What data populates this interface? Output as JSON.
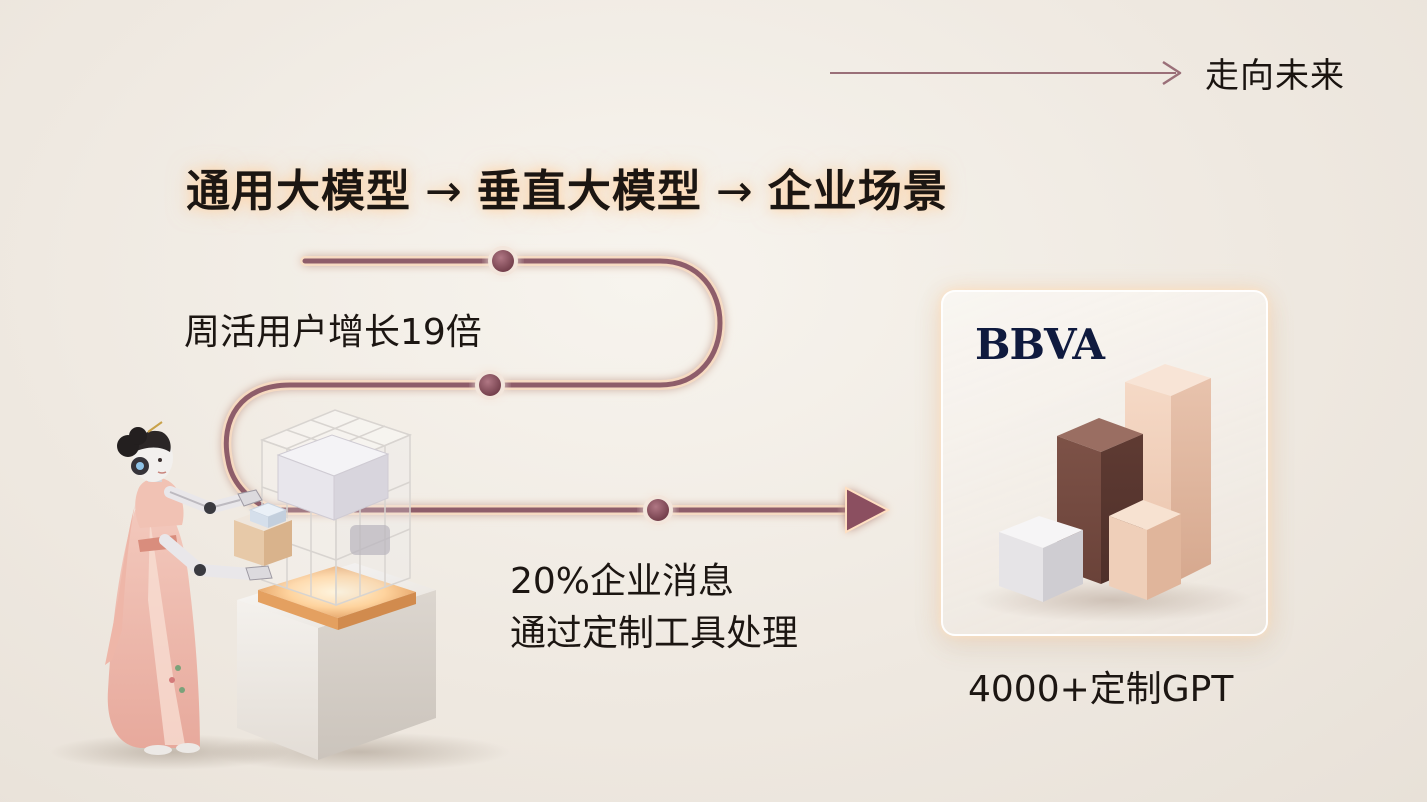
{
  "header": {
    "future_label": "走向未来"
  },
  "headline": {
    "step_1": "通用大模型",
    "arrow_1": "→",
    "step_2": "垂直大模型",
    "arrow_2": "→",
    "step_3": "企业场景"
  },
  "stats": {
    "weekly_users": "周活用户增长19倍",
    "messages_line_1": "20%企业消息",
    "messages_line_2": "通过定制工具处理",
    "custom_gpts": "4000+定制GPT"
  },
  "card": {
    "logo_text": "BBVA"
  },
  "colors": {
    "path": "#8e5d6a",
    "node_fill": "#8a4f5a",
    "node_ring": "#f3e6dc",
    "glow": "#ffd7aa",
    "logo": "#0f1a3e"
  },
  "icons": {
    "future_arrow": "long-arrow-right-icon",
    "flow_arrowhead": "triangle-arrowhead-icon"
  }
}
